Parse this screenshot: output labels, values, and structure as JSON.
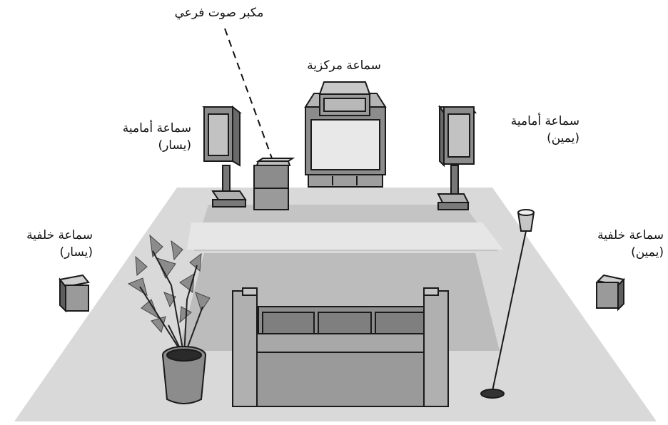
{
  "labels": {
    "subwoofer": "مكبر صوت فرعي",
    "center": "سماعة مركزية",
    "front_left": {
      "line1": "سماعة أمامية",
      "line2": "(يسار)"
    },
    "front_right": {
      "line1": "سماعة أمامية",
      "line2": "(يمين)"
    },
    "rear_left": {
      "line1": "سماعة خلفية",
      "line2": "(يسار)"
    },
    "rear_right": {
      "line1": "سماعة خلفية",
      "line2": "(يمين)"
    }
  },
  "colors": {
    "rug_outer": "#d6d6d6",
    "rug_inner": "#bdbdbd",
    "furniture": "#8c8c8c",
    "furniture_light": "#b5b5b5",
    "furniture_dark": "#5e5e5e",
    "outline": "#1a1a1a",
    "text": "#111111"
  }
}
